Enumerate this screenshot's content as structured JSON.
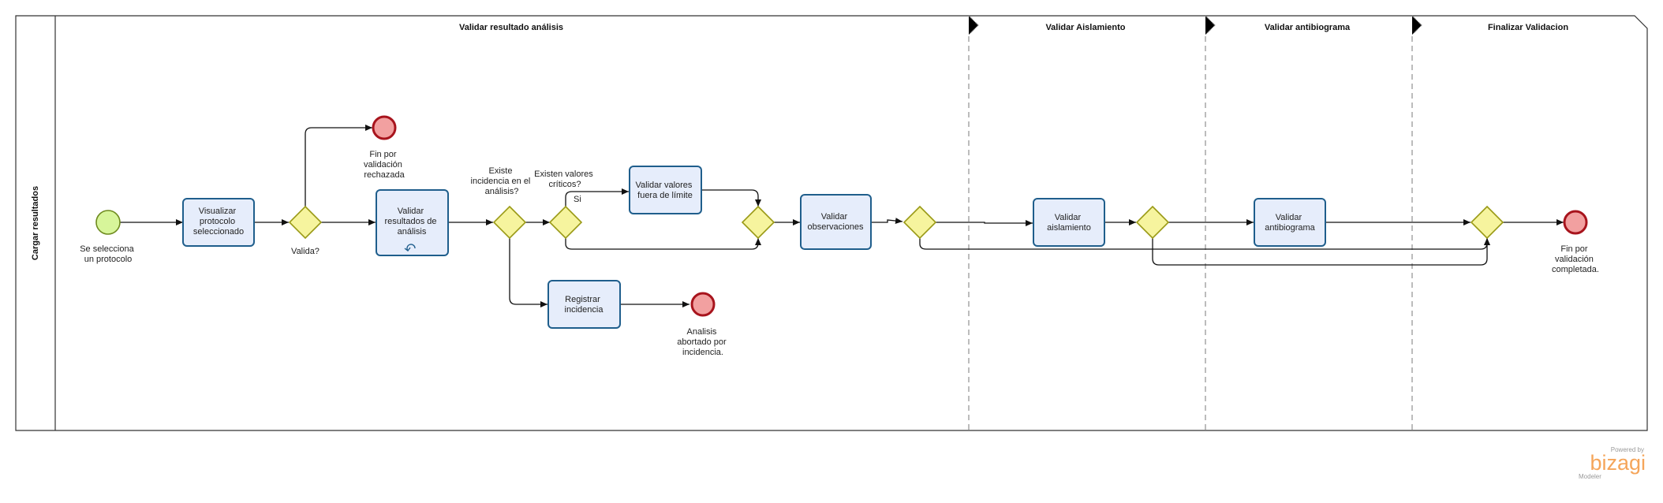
{
  "pool": {
    "name": "Cargar resultados"
  },
  "phases": [
    {
      "id": "p1",
      "title": "Validar resultado análisis"
    },
    {
      "id": "p2",
      "title": "Validar Aislamiento"
    },
    {
      "id": "p3",
      "title": "Validar antibiograma"
    },
    {
      "id": "p4",
      "title": "Finalizar Validacion"
    }
  ],
  "events": {
    "start": {
      "label": [
        "Se selecciona",
        "un protocolo"
      ]
    },
    "end_rechazada": {
      "label": [
        "Fin por",
        "validación",
        "rechazada"
      ]
    },
    "end_abortado": {
      "label": [
        "Analisis",
        "abortado por",
        "incidencia."
      ]
    },
    "end_completada": {
      "label": [
        "Fin por",
        "validación",
        "completada."
      ]
    }
  },
  "tasks": {
    "visualizar": [
      "Visualizar",
      "protocolo",
      "seleccionado"
    ],
    "validar_resultados": [
      "Validar",
      "resultados de",
      "análisis"
    ],
    "registrar": [
      "Registrar",
      "incidencia"
    ],
    "validar_valores": [
      "Validar valores",
      "fuera de límite"
    ],
    "validar_observaciones": [
      "Validar",
      "observaciones"
    ],
    "validar_aislamiento": [
      "Validar",
      "aislamiento"
    ],
    "validar_antibiograma": [
      "Validar",
      "antibiograma"
    ]
  },
  "gateways": {
    "valida": {
      "label": [
        "Valida?"
      ]
    },
    "incidencia": {
      "label": [
        "Existe",
        "incidencia en el",
        "análisis?"
      ]
    },
    "criticos": {
      "label": [
        "Existen valores",
        "críticos?"
      ]
    }
  },
  "flow_labels": {
    "si": "Si"
  },
  "branding": {
    "powered_by": "Powered by",
    "brand": "bizagi",
    "product": "Modeler",
    "brand_color": "#f5a55a"
  }
}
